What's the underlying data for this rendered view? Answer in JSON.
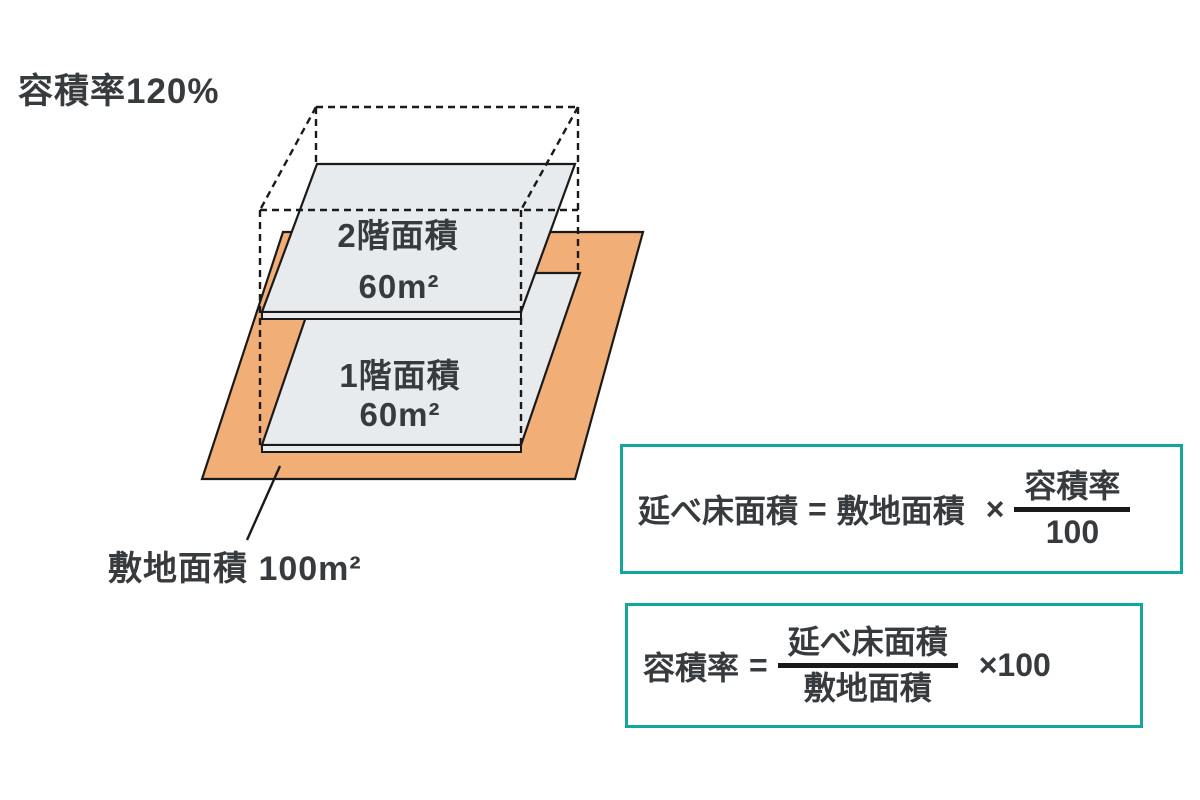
{
  "diagram": {
    "title": "容積率120%",
    "floors": [
      {
        "label": "2階面積",
        "area": "60m²"
      },
      {
        "label": "1階面積",
        "area": "60m²"
      }
    ],
    "site_label": "敷地面積 100m²",
    "colors": {
      "ground": "#f1ae76",
      "slab": "#e8ebed",
      "outline": "#1a1a1a",
      "text": "#383b3e"
    }
  },
  "formulas": {
    "accent": "#12a79c",
    "formula1": {
      "lhs": "延べ床面積",
      "eq": "=",
      "rhs": "敷地面積",
      "op": "×",
      "num": "容積率",
      "den": "100"
    },
    "formula2": {
      "lhs": "容積率",
      "eq": "=",
      "num": "延べ床面積",
      "den": "敷地面積",
      "op": "×100"
    }
  }
}
